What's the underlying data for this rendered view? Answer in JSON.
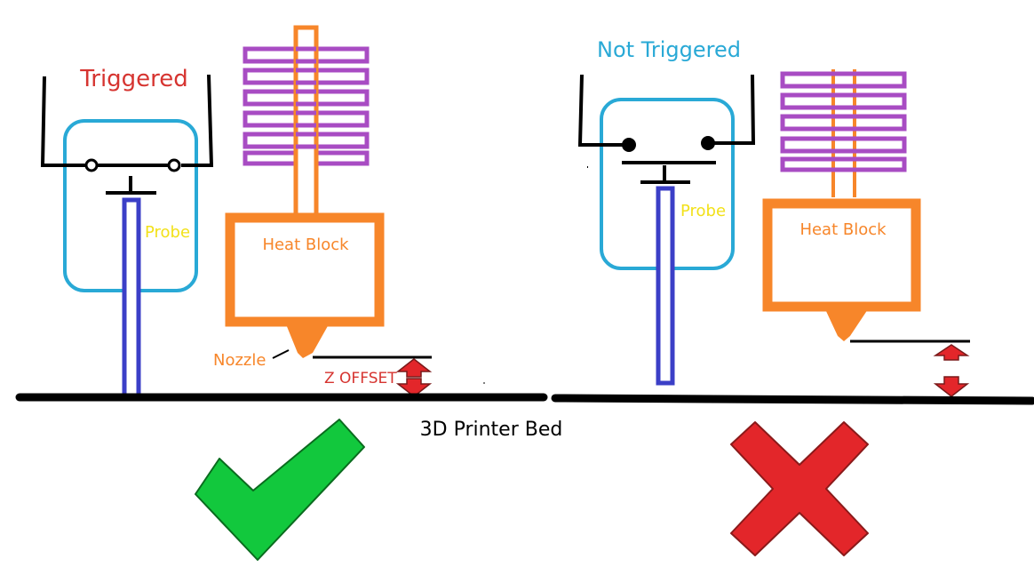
{
  "left_panel": {
    "status_label": "Triggered",
    "probe_label": "Probe",
    "heat_block_label": "Heat Block",
    "nozzle_label": "Nozzle",
    "z_offset_label": "Z OFFSET",
    "result_icon": "check-mark-icon"
  },
  "right_panel": {
    "status_label": "Not Triggered",
    "probe_label": "Probe",
    "heat_block_label": "Heat Block",
    "result_icon": "cross-mark-icon"
  },
  "bed_label": "3D Printer Bed",
  "colors": {
    "probe_housing": "#29a9d6",
    "probe_rod": "#3b3fc7",
    "heat_block": "#f7862a",
    "heatsink": "#a84cc3",
    "triggered_text": "#d63430",
    "not_triggered_text": "#29a9d6",
    "probe_text": "#f2e11a",
    "block_text": "#f7862a",
    "z_offset_text": "#d63430",
    "check": "#12c83d",
    "cross": "#e3262a",
    "bed": "#000000"
  }
}
